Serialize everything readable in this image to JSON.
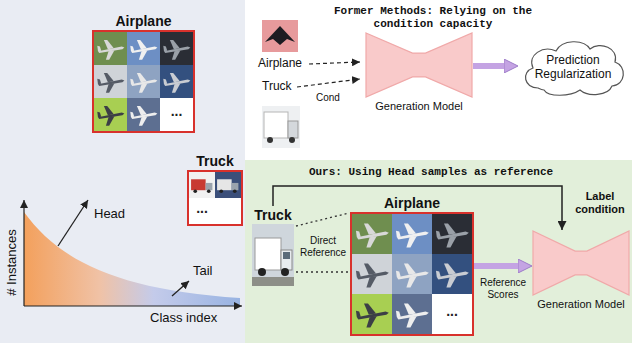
{
  "diagram": {
    "nodes": [
      {
        "text": [
          "Airplane",
          "..."
        ]
      },
      {
        "text": [
          "Truck",
          "..."
        ]
      },
      {
        "text": [
          "Former Methods: Relying on the condition capacity"
        ]
      },
      {
        "text": [
          "Generation Model"
        ],
        "in": 2
      },
      {
        "text": [
          "Prediction Regularization"
        ],
        "in": 2
      },
      {
        "text": [
          "Ours: Using Head samples as reference"
        ]
      },
      {
        "text": [
          "Truck"
        ],
        "in": 5
      },
      {
        "text": [
          "Airplane",
          "..."
        ],
        "in": 5
      },
      {
        "text": [
          "Generation Model"
        ],
        "in": 5
      }
    ],
    "edges": [
      {
        "from": 3,
        "to": 4,
        "arrow": "to"
      },
      {
        "from": 6,
        "to": 7,
        "label": "Direct Reference",
        "arrow": "none"
      },
      {
        "from": 7,
        "to": 8,
        "label": "Reference Scores",
        "arrow": "to"
      },
      {
        "from": 6,
        "to": 8,
        "label": "Label condition",
        "arrow": "to"
      }
    ],
    "labels": [
      "Head",
      "Tail",
      "# Instances",
      "Class index",
      "Airplane",
      "Truck",
      "Cond"
    ]
  }
}
